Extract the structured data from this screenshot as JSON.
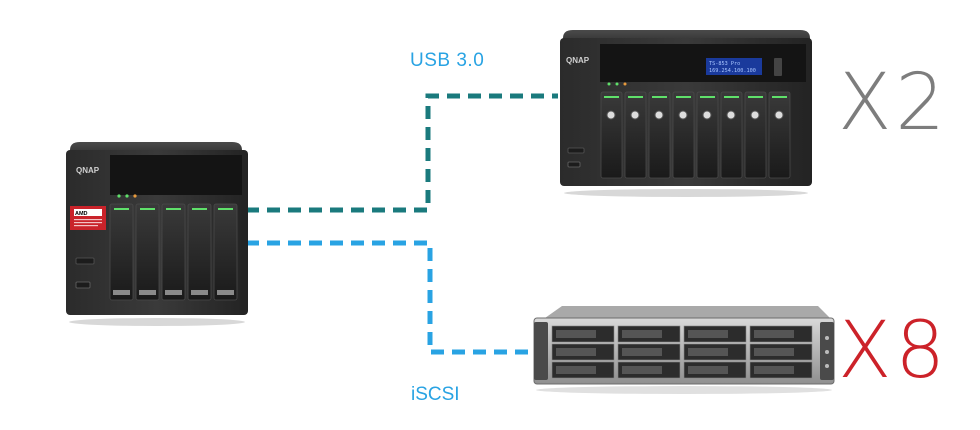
{
  "brand": "QNAP",
  "connections": {
    "usb": {
      "label": "USB 3.0",
      "color": "#1a7a7d"
    },
    "iscsi": {
      "label": "iSCSI",
      "color": "#29a3e3"
    }
  },
  "expansion_usb": {
    "multiplier": "X2"
  },
  "expansion_iscsi": {
    "multiplier": "X8"
  },
  "lcd": {
    "line1": "TS-853 Pro",
    "line2": "169.254.100.100"
  },
  "colors": {
    "multiplier_usb": "#7d7d7d",
    "multiplier_iscsi": "#cc2229",
    "led": "#5fe06a"
  }
}
